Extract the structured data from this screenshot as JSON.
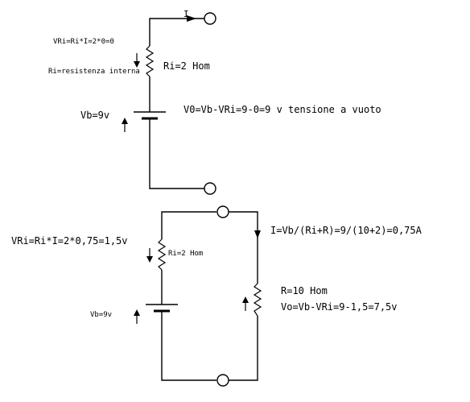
{
  "top_circuit": {
    "current_label": "I",
    "vri_formula": "VRi=Ri*I=2*0=0",
    "ri_definition": "Ri=resistenza interna",
    "ri_value": "Ri=2 Hom",
    "vb_label": "Vb=9v",
    "v0_formula": "V0=Vb-VRi=9-0=9 v tensione a vuoto"
  },
  "bottom_circuit": {
    "vri_formula": "VRi=Ri*I=2*0,75=1,5v",
    "ri_value": "Ri=2 Hom",
    "vb_label": "Vb=9v",
    "current_formula": "I=Vb/(Ri+R)=9/(10+2)=0,75A",
    "r_value": "R=10 Hom",
    "vo_formula": "Vo=Vb-VRi=9-1,5=7,5v"
  },
  "colors": {
    "ink": "#000000",
    "background": "#ffffff"
  }
}
